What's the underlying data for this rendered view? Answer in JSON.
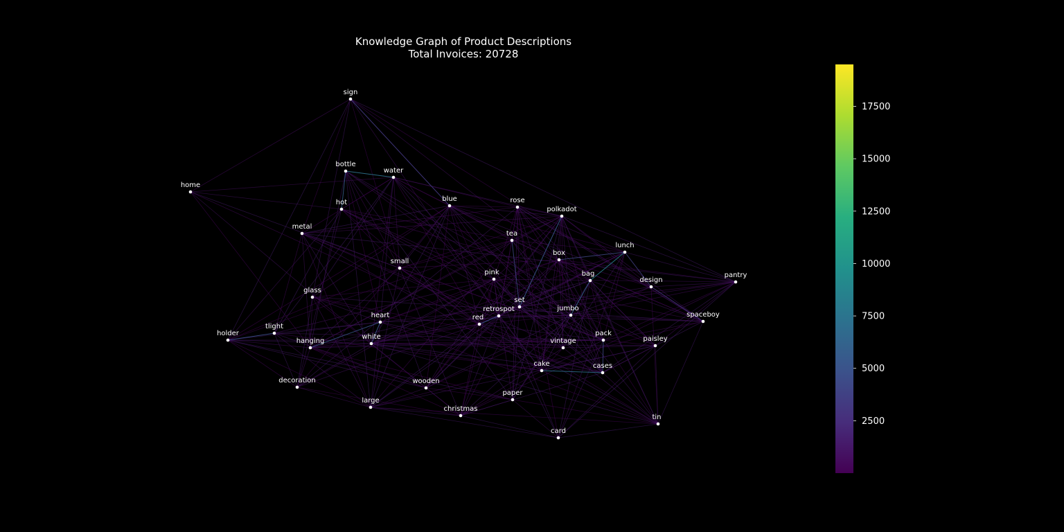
{
  "title": "Knowledge Graph of Product Descriptions",
  "subtitle": "Total Invoices: 20728",
  "colorbar": {
    "colormap": "viridis",
    "min": 0,
    "max": 19500,
    "ticks": [
      "2500",
      "5000",
      "7500",
      "10000",
      "12500",
      "15000",
      "17500"
    ]
  },
  "nodes": [
    {
      "id": "sign"
    },
    {
      "id": "bottle"
    },
    {
      "id": "water"
    },
    {
      "id": "home"
    },
    {
      "id": "hot"
    },
    {
      "id": "blue"
    },
    {
      "id": "rose"
    },
    {
      "id": "polkadot"
    },
    {
      "id": "metal"
    },
    {
      "id": "tea"
    },
    {
      "id": "lunch"
    },
    {
      "id": "box"
    },
    {
      "id": "small"
    },
    {
      "id": "pink"
    },
    {
      "id": "bag"
    },
    {
      "id": "design"
    },
    {
      "id": "pantry"
    },
    {
      "id": "glass"
    },
    {
      "id": "set"
    },
    {
      "id": "retrospot"
    },
    {
      "id": "jumbo"
    },
    {
      "id": "heart"
    },
    {
      "id": "red"
    },
    {
      "id": "spaceboy"
    },
    {
      "id": "tlight"
    },
    {
      "id": "holder"
    },
    {
      "id": "white"
    },
    {
      "id": "hanging"
    },
    {
      "id": "vintage"
    },
    {
      "id": "pack"
    },
    {
      "id": "paisley"
    },
    {
      "id": "cake"
    },
    {
      "id": "cases"
    },
    {
      "id": "decoration"
    },
    {
      "id": "wooden"
    },
    {
      "id": "paper"
    },
    {
      "id": "large"
    },
    {
      "id": "christmas"
    },
    {
      "id": "tin"
    },
    {
      "id": "card"
    }
  ],
  "strong_edges": [
    {
      "source": "bottle",
      "target": "water",
      "weight": 8000
    },
    {
      "source": "hot",
      "target": "bottle",
      "weight": 5500
    },
    {
      "source": "lunch",
      "target": "bag",
      "weight": 9000
    },
    {
      "source": "polkadot",
      "target": "set",
      "weight": 5500
    },
    {
      "source": "cake",
      "target": "cases",
      "weight": 7000
    },
    {
      "source": "tlight",
      "target": "holder",
      "weight": 5000
    },
    {
      "source": "lunch",
      "target": "box",
      "weight": 4000
    },
    {
      "source": "white",
      "target": "heart",
      "weight": 5000
    },
    {
      "source": "hanging",
      "target": "heart",
      "weight": 5000
    },
    {
      "source": "sign",
      "target": "blue",
      "weight": 3500
    },
    {
      "source": "tea",
      "target": "set",
      "weight": 4000
    },
    {
      "source": "jumbo",
      "target": "bag",
      "weight": 6000
    },
    {
      "source": "red",
      "target": "retrospot",
      "weight": 5000
    },
    {
      "source": "pack",
      "target": "cases",
      "weight": 4000
    },
    {
      "source": "design",
      "target": "lunch",
      "weight": 3500
    },
    {
      "source": "spaceboy",
      "target": "design",
      "weight": 3000
    }
  ]
}
